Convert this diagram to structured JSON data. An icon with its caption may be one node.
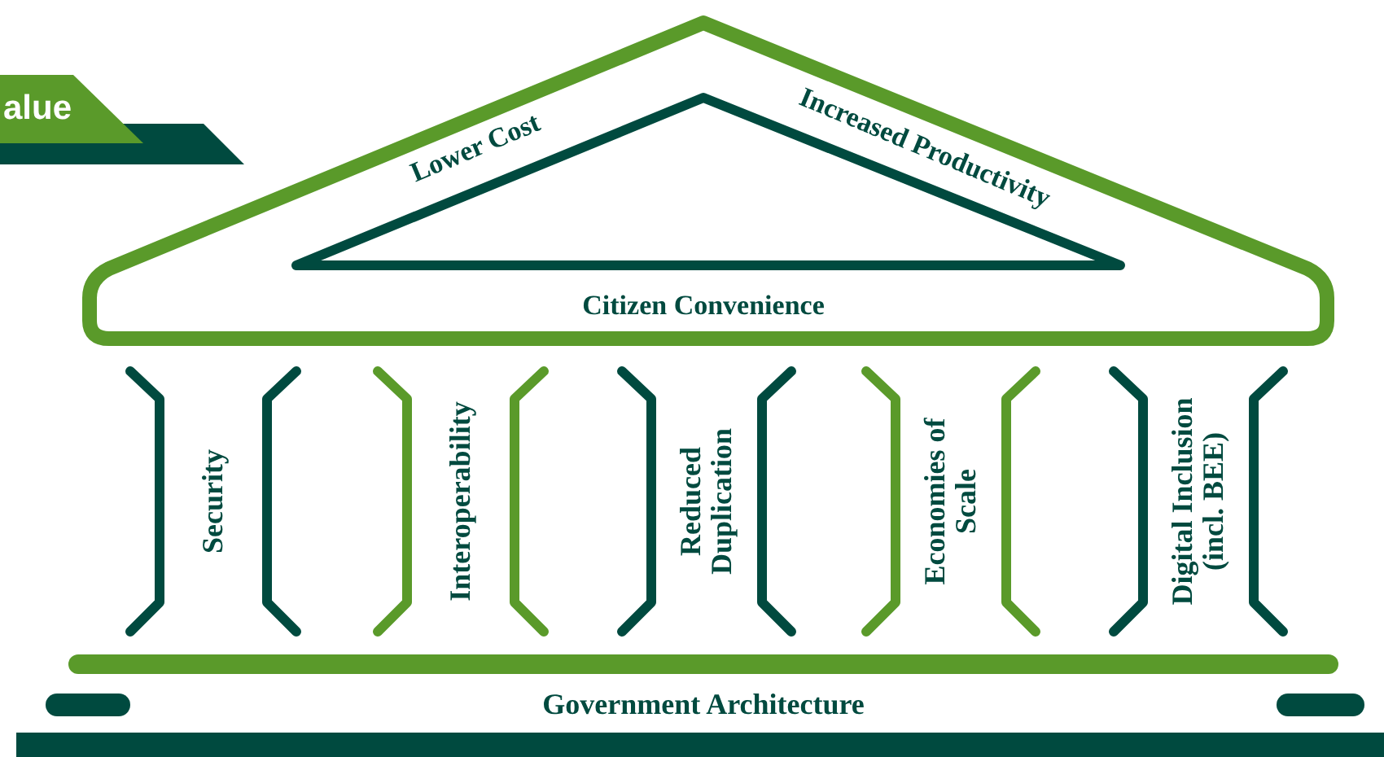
{
  "diagram": {
    "nodes": [
      {
        "text": [
          "Lower Cost",
          "Increased Productivity",
          "Citizen Convenience"
        ]
      },
      {
        "text": [
          "Security"
        ]
      },
      {
        "text": [
          "Interoperability"
        ]
      },
      {
        "text": [
          "Reduced Duplication"
        ]
      },
      {
        "text": [
          "Economies of Scale"
        ]
      },
      {
        "text": [
          "Digital Inclusion (incl. BEE)"
        ]
      }
    ],
    "labels": [
      "alue",
      "Government Architecture"
    ]
  }
}
